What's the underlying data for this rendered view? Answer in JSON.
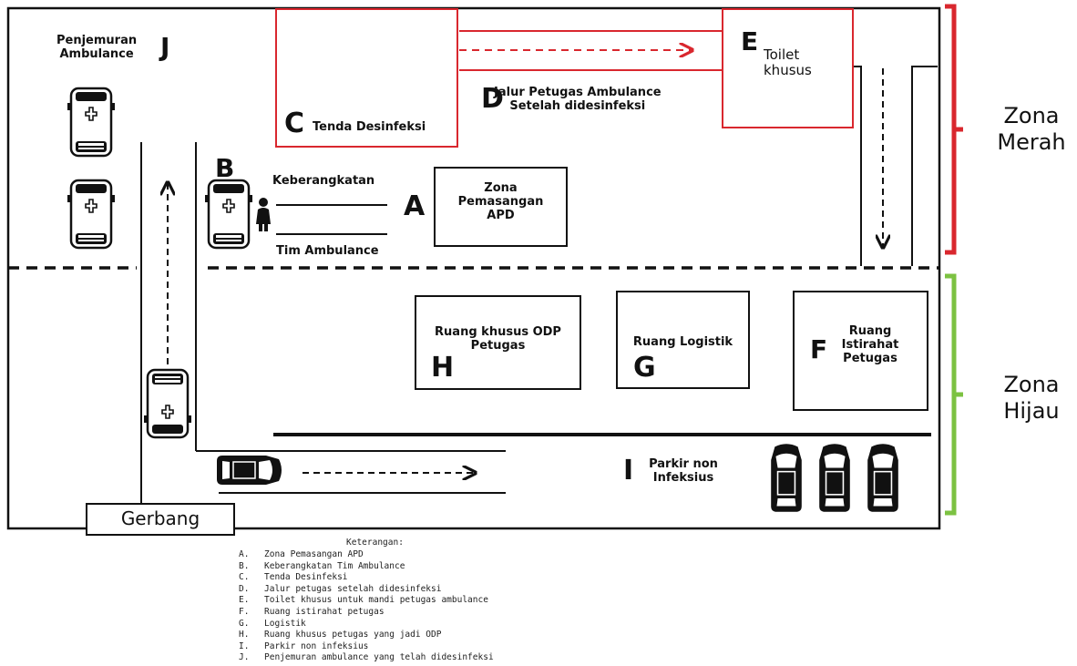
{
  "colors": {
    "red_zone": "#d9272e",
    "green_zone": "#7cc242",
    "line": "#111111"
  },
  "zones": {
    "merah": "Zona\nMerah",
    "hijau": "Zona\nHijau"
  },
  "labels": {
    "J_text": "Penjemuran\nAmbulance",
    "J_letter": "J",
    "C_letter": "C",
    "C_text": "Tenda Desinfeksi",
    "D_letter": "D",
    "D_text": "Jalur Petugas Ambulance\nSetelah didesinfeksi",
    "E_letter": "E",
    "E_text": "Toilet\nkhusus",
    "B_letter": "B",
    "B_top": "Keberangkatan",
    "B_bottom": "Tim Ambulance",
    "A_letter": "A",
    "A_text": "Zona\nPemasangan\nAPD",
    "H_text": "Ruang khusus ODP\nPetugas",
    "H_letter": "H",
    "G_text": "Ruang Logistik",
    "G_letter": "G",
    "F_letter": "F",
    "F_text": "Ruang\nIstirahat\nPetugas",
    "I_letter": "I",
    "I_text": "Parkir non\nInfeksius",
    "gate": "Gerbang"
  },
  "legend": {
    "title": "Keterangan:",
    "items": [
      {
        "key": "A.",
        "text": "Zona Pemasangan APD"
      },
      {
        "key": "B.",
        "text": "Keberangkatan Tim Ambulance"
      },
      {
        "key": "C.",
        "text": "Tenda Desinfeksi"
      },
      {
        "key": "D.",
        "text": "Jalur petugas setelah didesinfeksi"
      },
      {
        "key": "E.",
        "text": "Toilet khusus untuk mandi petugas ambulance"
      },
      {
        "key": "F.",
        "text": "Ruang istirahat petugas"
      },
      {
        "key": "G.",
        "text": "Logistik"
      },
      {
        "key": "H.",
        "text": "Ruang khusus petugas yang jadi ODP"
      },
      {
        "key": "I.",
        "text": "Parkir non infeksius"
      },
      {
        "key": "J.",
        "text": "Penjemuran ambulance yang telah didesinfeksi"
      }
    ]
  },
  "icons": [
    "ambulance-icon",
    "car-icon",
    "worker-icon",
    "sprayer-icon"
  ]
}
